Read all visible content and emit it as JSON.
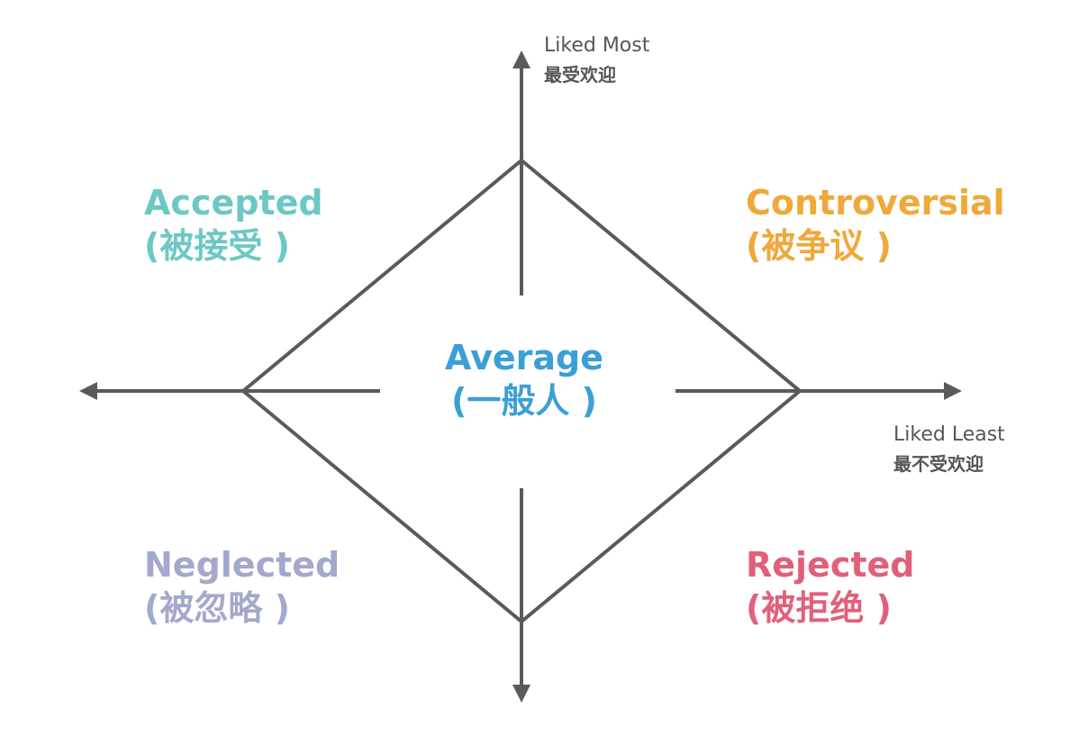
{
  "axes": {
    "top": {
      "en": "Liked Most",
      "cn": "最受欢迎"
    },
    "right": {
      "en": "Liked Least",
      "cn": "最不受欢迎"
    }
  },
  "quadrants": {
    "accepted": {
      "en": "Accepted",
      "cn": "(被接受 )",
      "color": "#6cc8c4"
    },
    "controversial": {
      "en": "Controversial",
      "cn": "(被争议 )",
      "color": "#f0a83a"
    },
    "average": {
      "en": "Average",
      "cn": "(一般人 )",
      "color": "#3a9fd6"
    },
    "neglected": {
      "en": "Neglected",
      "cn": "(被忽略 )",
      "color": "#a3a9cc"
    },
    "rejected": {
      "en": "Rejected",
      "cn": "(被拒绝 )",
      "color": "#e0607a"
    }
  },
  "line_color": "#5a5a5e"
}
